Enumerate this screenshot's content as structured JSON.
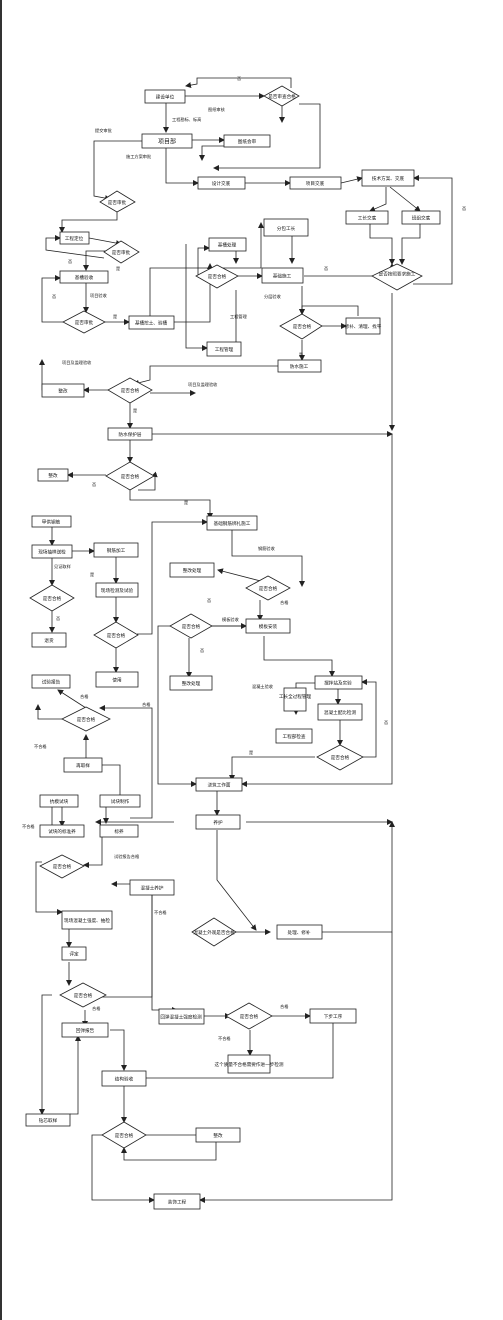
{
  "nodes": {
    "n_jianshe": "建设单位",
    "n_xiangmubu": "项目部",
    "n_shifou_xuyao": "是否审查合格",
    "n_tuzhi_huishen": "图纸会审",
    "n_sheji_jiaodi": "设计交底",
    "n_xiangmu_jiaodi": "项目交底",
    "n_jishu_fangan": "技术方案、交底",
    "n_gongzhong_jiaodi": "工长交底",
    "n_banzu_jiaodi": "班组交底",
    "n_fenbao": "分包工长",
    "n_jiandu_shigong": "是否按照要求施工",
    "n_shenpi": "是否审批",
    "n_gongcheng_dingwei": "工程定位",
    "n_ji_shenpi": "是否审批",
    "n_jicao_yanshou": "基槽验收",
    "n_yanshou_hege": "是否审批",
    "n_jichu_shigong": "基槽挖土、验槽",
    "n_jiti_chuli": "基槽处理",
    "n_shifou_hege1": "是否合格",
    "n_yushi_shigong": "基础施工",
    "n_gongcheng_guanli": "工程管理",
    "n_fenceng": "是否合格",
    "n_xiuhu": "修补、清理、找平",
    "n_fangshui": "防水施工",
    "n_zhenggai1": "整改",
    "n_shifou_hege2": "是否合格",
    "n_fangshui_baohu": "防水保护层",
    "n_zhenggai2": "整改",
    "n_shifou_hege3": "是否合格",
    "n_jichu_gangjin": "基础钢筋绑扎施工",
    "n_gangjin_jinchang": "甲供钢筋",
    "n_xianchang_jianyan": "现场抽样送检",
    "n_gangjin_jiagong": "钢筋加工",
    "n_shifou_hege4": "是否合格",
    "n_xianchang_jiance": "现场检测及试验",
    "n_tuihuo": "退货",
    "n_shifou_hege5": "是否合格",
    "n_shiyong": "使用",
    "n_zhenggai_chuli": "整改处理",
    "n_shifou_hege6": "是否合格",
    "n_moban_anzhuang": "模板安装",
    "n_shifou_hege7": "是否合格",
    "n_zhenggai_chuli2": "整改处理",
    "n_jiaoban": "搅拌站及实验",
    "n_gongzhang_gl": "工长全过程管理",
    "n_hunningtu_kaohe": "混凝土配比检测",
    "n_gongcheng_jiancha": "工程部检查",
    "n_shifou_hege8": "是否合格",
    "n_shiyan_baogao": "试验报告",
    "n_shifou_hege9": "是否合格",
    "n_song_jian": "再取样",
    "n_kangya_shikuai": "抗模试块",
    "n_shiyan_zhizuo": "试块制作",
    "n_shiyan_biaoyang": "试块的标准养",
    "n_biaoyang": "标养",
    "n_shifou_hege10": "是否合格",
    "n_jiaozhu": "浇筑工作面",
    "n_jiaozhu2": "养护",
    "n_hunningtu_yanghu": "混凝土养护",
    "n_shifou_jishu": "混凝土外观是否合格",
    "n_chuli": "处理、修补",
    "n_xianchang_kuaice": "现场混凝土强度、抽检",
    "n_pinding": "评定",
    "n_shifou_hege11": "是否合格",
    "n_hunningtu_jiance": "回弹混凝土强度检测",
    "n_shifou_hege12": "是否合格",
    "n_ji_guocheng": "下步工序",
    "n_hezuo": "这个质量不合格需要作进一步检测",
    "n_huitan_baogao": "回弹报告",
    "n_jieguo": "钻芯取样",
    "n_jieguo2": "结构验收",
    "n_shifou_hege13": "是否合格",
    "n_zhenggai3": "整改",
    "n_zhuangshi": "装饰工程"
  },
  "labels": {
    "l_fou1": "否",
    "l_tuzhi_shenhe": "图纸审核",
    "l_gongcheng": "工程勘标、标高",
    "l_xiangmu_jiaodi": "否",
    "l_shenpi": "施工方案审批",
    "l_tijiao": "提交审批",
    "l_fou2": "否",
    "l_shi1": "是",
    "l_fou3": "否",
    "l_xiangmu_yanshou": "项目验收",
    "l_shi2": "是",
    "l_fenceng_yanshou": "分层验收",
    "l_gongcheng_guanli": "工程管理",
    "l_fou4": "否",
    "l_shi3": "是",
    "l_xiangmu_jiandu": "项目及监理验收",
    "l_xiangmu_jianli": "项目及监理验收",
    "l_shi4": "是",
    "l_fou5": "否",
    "l_shi5": "是",
    "l_gangjin_yanshou": "钢筋验收",
    "l_jiandu_quyang": "见证取样",
    "l_shi6": "是",
    "l_fou6": "否",
    "l_hege1": "合格",
    "l_fou7": "否",
    "l_moban_yanshou": "模板验收",
    "l_fou8": "否",
    "l_hege2": "合格",
    "l_hege3": "合格",
    "l_hunningtu": "混凝土验收",
    "l_buhege1": "不合格",
    "l_shi7": "是",
    "l_fou9": "否",
    "l_buhege2": "不合格",
    "l_shiyan_baogao": "试验报告合格",
    "l_buhege3": "不合格",
    "l_hege4": "合格",
    "l_hege5": "合格",
    "l_buhege4": "不合格"
  }
}
